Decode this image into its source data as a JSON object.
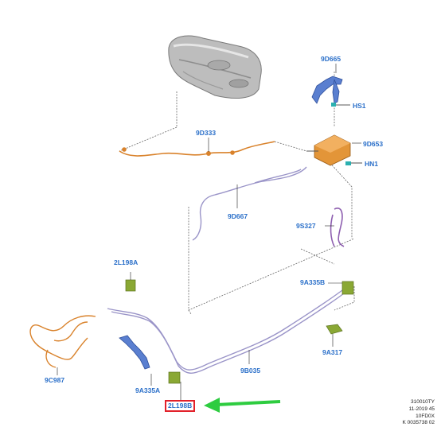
{
  "callouts": {
    "fuel_filler_upper": "9D665",
    "hs1": "HS1",
    "vapor_hose": "9D333",
    "canister": "9D653",
    "hn1": "HN1",
    "purge_tube": "9D667",
    "small_hose": "9S327",
    "clip_left": "2L198A",
    "bracket_right": "9A335B",
    "clip_right": "9A317",
    "harness_left": "9C987",
    "fuel_line": "9B035",
    "filler_pipe": "9A335A",
    "highlighted_clip": "2L198B"
  },
  "stamp": {
    "line1": "310010TY",
    "line2": "11-2019 45",
    "line3": "10FD0X",
    "line4": "K 0035738 02"
  },
  "colors": {
    "callout_text": "#2a6fc9",
    "highlight_box": "#e2202a",
    "arrow": "#2ecc40",
    "tank": "#b8b8b8",
    "orange_hose": "#d9822b",
    "purple_line": "#9a94c8",
    "blue_part": "#4a72c8",
    "green_clip": "#8aa834",
    "teal_connector": "#2bb0b0",
    "canister": "#d98a2c"
  }
}
